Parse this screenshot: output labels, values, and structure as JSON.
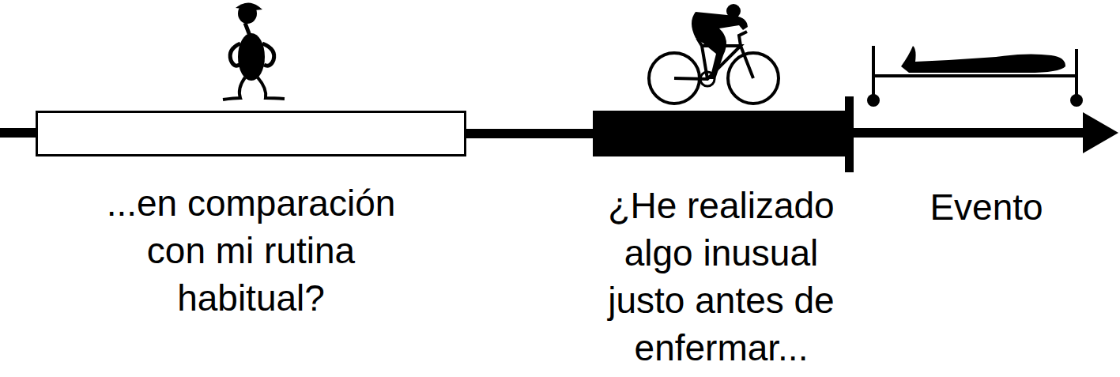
{
  "diagram": {
    "nodes": [
      {
        "text": [
          "...en comparación con mi rutina habitual?"
        ]
      },
      {
        "text": [
          "¿He realizado algo inusual justo antes de enfermar..."
        ]
      }
    ],
    "edges": [
      {
        "from": 0,
        "to": 1,
        "arrow": "none"
      }
    ],
    "labels": [
      "Evento"
    ]
  }
}
